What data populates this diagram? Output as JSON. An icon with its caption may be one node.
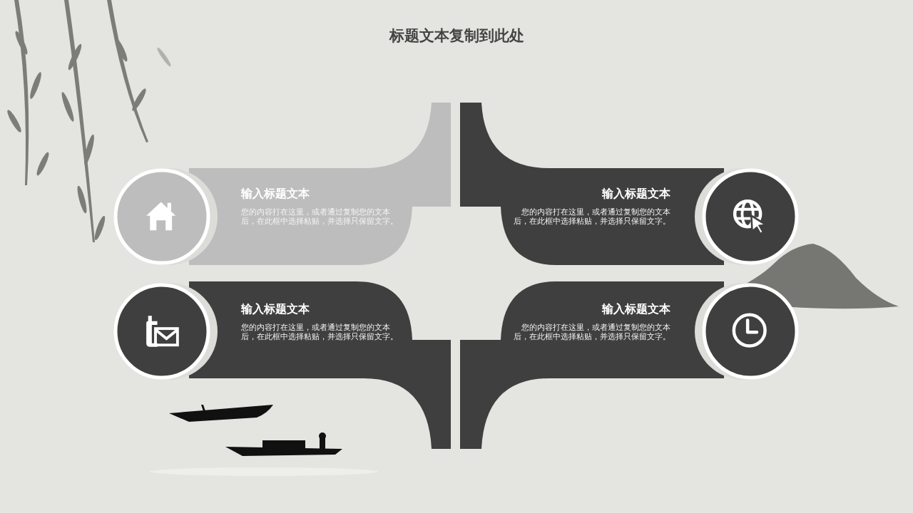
{
  "diagram": {
    "title": "标题文本复制到此处",
    "nodes": [
      {
        "text": [
          "输入标题文本",
          "您的内容打在这里，或者通过复制您的文本后，在此框中选择粘贴，并选择只保留文字。"
        ]
      },
      {
        "text": [
          "输入标题文本",
          "您的内容打在这里，或者通过复制您的文本后，在此框中选择粘贴，并选择只保留文字。"
        ]
      },
      {
        "text": [
          "输入标题文本",
          "您的内容打在这里，或者通过复制您的文本后，在此框中选择粘贴，并选择只保留文字。"
        ]
      },
      {
        "text": [
          "输入标题文本",
          "您的内容打在这里，或者通过复制您的文本后，在此框中选择粘贴，并选择只保留文字。"
        ]
      }
    ]
  }
}
